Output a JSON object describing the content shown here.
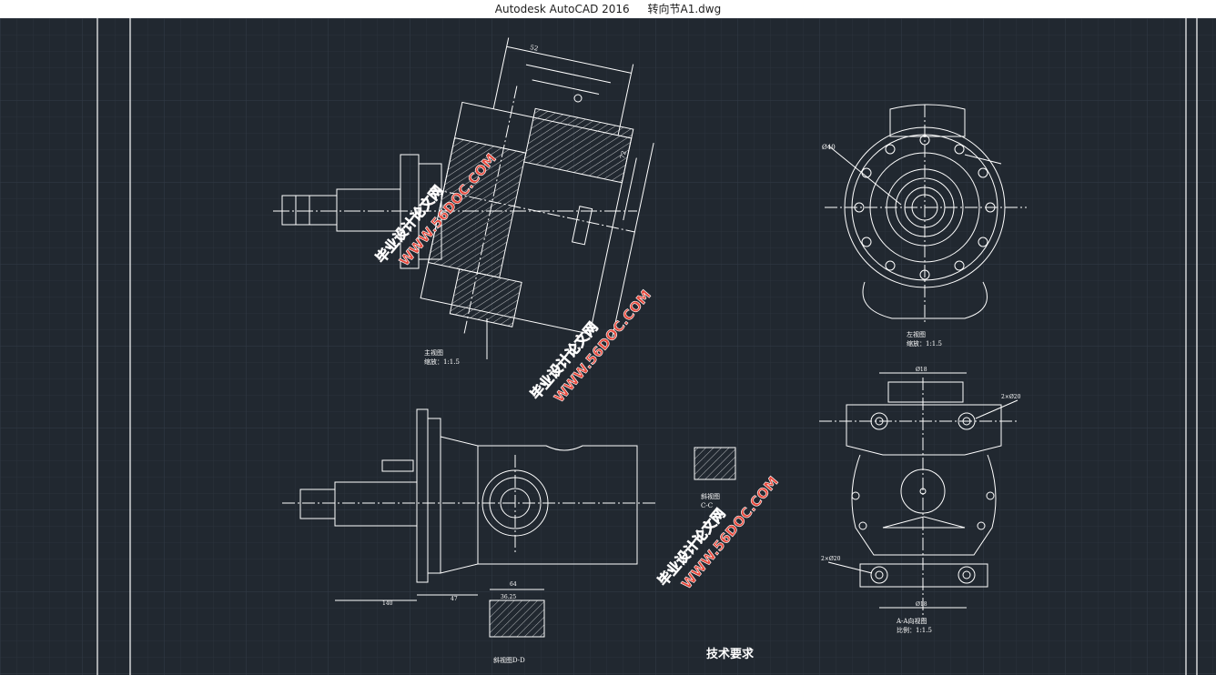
{
  "window": {
    "app_title": "Autodesk AutoCAD 2016",
    "file_name": "转向节A1.dwg"
  },
  "drawing": {
    "views": {
      "main": {
        "label": "主视图",
        "scale": "缩放：1:1.5"
      },
      "left": {
        "label": "左视图",
        "scale": "缩放：1:1.5"
      },
      "section_cc": {
        "label": "斜视图",
        "sub": "C-C"
      },
      "section_dd": {
        "label": "斜视图D-D"
      },
      "view_aa": {
        "label": "A-A向视图",
        "scale": "比例：1:1.5"
      }
    },
    "tech_requirements": {
      "title": "技术要求"
    },
    "dimensions": {
      "main_top": "52",
      "main_right": "72",
      "left_dia": "Ø40",
      "aa_top": "Ø18",
      "aa_bottom": "Ø18",
      "aa_note1": "2×Ø20",
      "aa_note2": "2×Ø20",
      "dd_w": "64",
      "dd_w2": "36.25",
      "front_len1": "140",
      "front_len2": "47"
    }
  },
  "watermarks": [
    {
      "cn": "毕业设计论文网",
      "url": "WWW.56DOC.COM"
    },
    {
      "cn": "毕业设计论文网",
      "url": "WWW.56DOC.COM"
    },
    {
      "cn": "毕业设计论文网",
      "url": "WWW.56DOC.COM"
    }
  ],
  "colors": {
    "background": "#212830",
    "line": "#ffffff",
    "watermark": "#e84a3d"
  }
}
